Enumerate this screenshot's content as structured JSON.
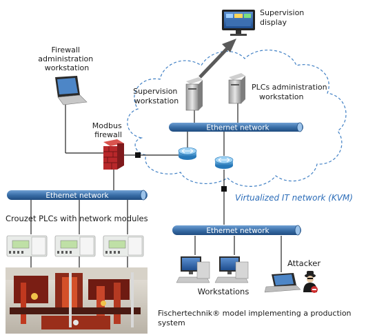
{
  "labels": {
    "supervision_display": [
      "Supervision",
      "display"
    ],
    "firewall_admin": [
      "Firewall",
      "administration",
      "workstation"
    ],
    "supervision_ws": [
      "Supervision",
      "workstation"
    ],
    "plcs_admin": [
      "PLCs administration",
      "workstation"
    ],
    "modbus_fw": [
      "Modbus",
      "firewall"
    ],
    "eth_top": "Ethernet network",
    "eth_left": "Ethernet network",
    "eth_bottom": "Ethernet network",
    "kvm": "Virtualized IT network (KVM)",
    "crouzet": "Crouzet PLCs with network modules",
    "attacker": "Attacker",
    "workstations": "Workstations",
    "fischertechnik": [
      "Fischertechnik® model implementing a production",
      "system"
    ]
  },
  "colors": {
    "bus": "#3a6fa8",
    "bus_dark": "#1f4c7f",
    "cloud_border": "#3f7fc4",
    "firewall_red": "#b8282b",
    "router_blue": "#3c93d0",
    "kvm_text": "#2b6cb8"
  }
}
